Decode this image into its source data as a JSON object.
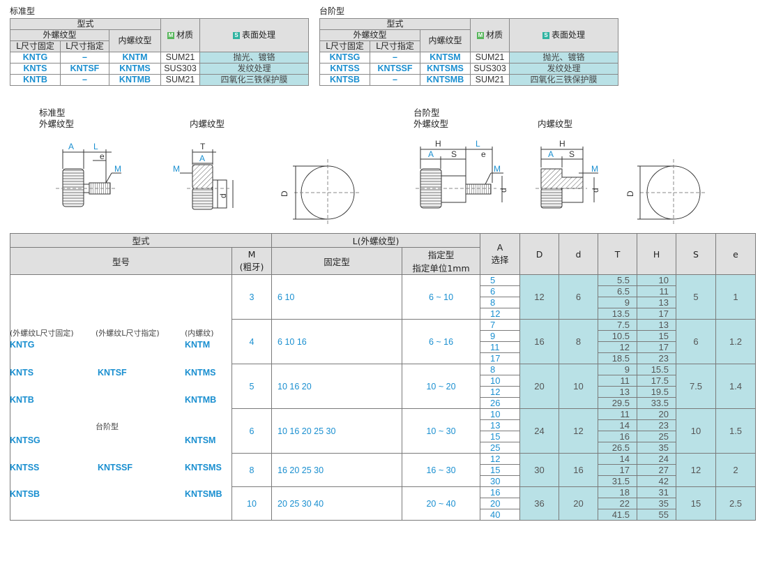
{
  "top_left": {
    "title": "标准型",
    "header_type": "型式",
    "header_ext": "外螺纹型",
    "header_int": "内螺纹型",
    "header_l_fixed": "L尺寸固定",
    "header_l_spec": "L尺寸指定",
    "material_label": "材质",
    "surface_label": "表面处理",
    "badge_m": "M",
    "badge_s": "S",
    "rows": [
      {
        "fixed": "KNTG",
        "spec": "–",
        "int": "KNTM",
        "mat": "SUM21",
        "surf": "抛光、镀铬"
      },
      {
        "fixed": "KNTS",
        "spec": "KNTSF",
        "int": "KNTMS",
        "mat": "SUS303",
        "surf": "发纹处理"
      },
      {
        "fixed": "KNTB",
        "spec": "–",
        "int": "KNTMB",
        "mat": "SUM21",
        "surf": "四氧化三铁保护膜"
      }
    ]
  },
  "top_right": {
    "title": "台阶型",
    "header_type": "型式",
    "header_ext": "外螺纹型",
    "header_int": "内螺纹型",
    "header_l_fixed": "L尺寸固定",
    "header_l_spec": "L尺寸指定",
    "material_label": "材质",
    "surface_label": "表面处理",
    "badge_m": "M",
    "badge_s": "S",
    "rows": [
      {
        "fixed": "KNTSG",
        "spec": "–",
        "int": "KNTSM",
        "mat": "SUM21",
        "surf": "抛光、镀铬"
      },
      {
        "fixed": "KNTSS",
        "spec": "KNTSSF",
        "int": "KNTSMS",
        "mat": "SUS303",
        "surf": "发纹处理"
      },
      {
        "fixed": "KNTSB",
        "spec": "–",
        "int": "KNTSMB",
        "mat": "SUM21",
        "surf": "四氧化三铁保护膜"
      }
    ]
  },
  "drawings": {
    "std_title": "标准型",
    "std_ext": "外螺纹型",
    "std_int": "内螺纹型",
    "step_title": "台阶型",
    "step_ext": "外螺纹型",
    "step_int": "内螺纹型",
    "dim_A": "A",
    "dim_L": "L",
    "dim_e": "e",
    "dim_M": "M",
    "dim_T": "T",
    "dim_D": "D",
    "dim_d": "d",
    "dim_H": "H",
    "dim_S": "S"
  },
  "main": {
    "h_type": "型式",
    "h_model": "型号",
    "h_M": "M",
    "h_coarse": "(粗牙)",
    "h_L": "L(外螺纹型)",
    "h_fixed": "固定型",
    "h_spec1": "指定型",
    "h_spec2": "指定单位1mm",
    "h_A": "A",
    "h_A2": "选择",
    "h_D": "D",
    "h_d": "d",
    "h_T": "T",
    "h_H": "H",
    "h_S": "S",
    "h_e": "e",
    "model_hdr_fixed": "(外螺纹L尺寸固定)",
    "model_hdr_spec": "(外螺纹L尺寸指定)",
    "model_hdr_int": "(内螺纹)",
    "step_label": "台阶型",
    "models": [
      {
        "fixed": "KNTG",
        "spec": "",
        "int": "KNTM"
      },
      {
        "fixed": "KNTS",
        "spec": "KNTSF",
        "int": "KNTMS"
      },
      {
        "fixed": "KNTB",
        "spec": "",
        "int": "KNTMB"
      },
      {
        "fixed": "KNTSG",
        "spec": "",
        "int": "KNTSM"
      },
      {
        "fixed": "KNTSS",
        "spec": "KNTSSF",
        "int": "KNTSMS"
      },
      {
        "fixed": "KNTSB",
        "spec": "",
        "int": "KNTSMB"
      }
    ],
    "groups": [
      {
        "M": "3",
        "fixed": "6  10",
        "spec": "6 ~ 10",
        "D": "12",
        "d": "6",
        "S": "5",
        "e": "1",
        "rows": [
          {
            "A": "5",
            "T": "5.5",
            "H": "10"
          },
          {
            "A": "6",
            "T": "6.5",
            "H": "11"
          },
          {
            "A": "8",
            "T": "9",
            "H": "13"
          },
          {
            "A": "12",
            "T": "13.5",
            "H": "17"
          }
        ]
      },
      {
        "M": "4",
        "fixed": "6  10  16",
        "spec": "6 ~ 16",
        "D": "16",
        "d": "8",
        "S": "6",
        "e": "1.2",
        "rows": [
          {
            "A": "7",
            "T": "7.5",
            "H": "13"
          },
          {
            "A": "9",
            "T": "10.5",
            "H": "15"
          },
          {
            "A": "11",
            "T": "12",
            "H": "17"
          },
          {
            "A": "17",
            "T": "18.5",
            "H": "23"
          }
        ]
      },
      {
        "M": "5",
        "fixed": "10  16  20",
        "spec": "10 ~ 20",
        "D": "20",
        "d": "10",
        "S": "7.5",
        "e": "1.4",
        "rows": [
          {
            "A": "8",
            "T": "9",
            "H": "15.5"
          },
          {
            "A": "10",
            "T": "11",
            "H": "17.5"
          },
          {
            "A": "12",
            "T": "13",
            "H": "19.5"
          },
          {
            "A": "26",
            "T": "29.5",
            "H": "33.5"
          }
        ]
      },
      {
        "M": "6",
        "fixed": "10  16  20  25  30",
        "spec": "10 ~ 30",
        "D": "24",
        "d": "12",
        "S": "10",
        "e": "1.5",
        "rows": [
          {
            "A": "10",
            "T": "11",
            "H": "20"
          },
          {
            "A": "13",
            "T": "14",
            "H": "23"
          },
          {
            "A": "15",
            "T": "16",
            "H": "25"
          },
          {
            "A": "25",
            "T": "26.5",
            "H": "35"
          }
        ]
      },
      {
        "M": "8",
        "fixed": "16  20  25  30",
        "spec": "16 ~ 30",
        "D": "30",
        "d": "16",
        "S": "12",
        "e": "2",
        "rows": [
          {
            "A": "12",
            "T": "14",
            "H": "24"
          },
          {
            "A": "15",
            "T": "17",
            "H": "27"
          },
          {
            "A": "30",
            "T": "31.5",
            "H": "42"
          }
        ]
      },
      {
        "M": "10",
        "fixed": "20  25  30  40",
        "spec": "20 ~ 40",
        "D": "36",
        "d": "20",
        "S": "15",
        "e": "2.5",
        "rows": [
          {
            "A": "16",
            "T": "18",
            "H": "31"
          },
          {
            "A": "20",
            "T": "22",
            "H": "35"
          },
          {
            "A": "40",
            "T": "41.5",
            "H": "55"
          }
        ]
      }
    ]
  }
}
